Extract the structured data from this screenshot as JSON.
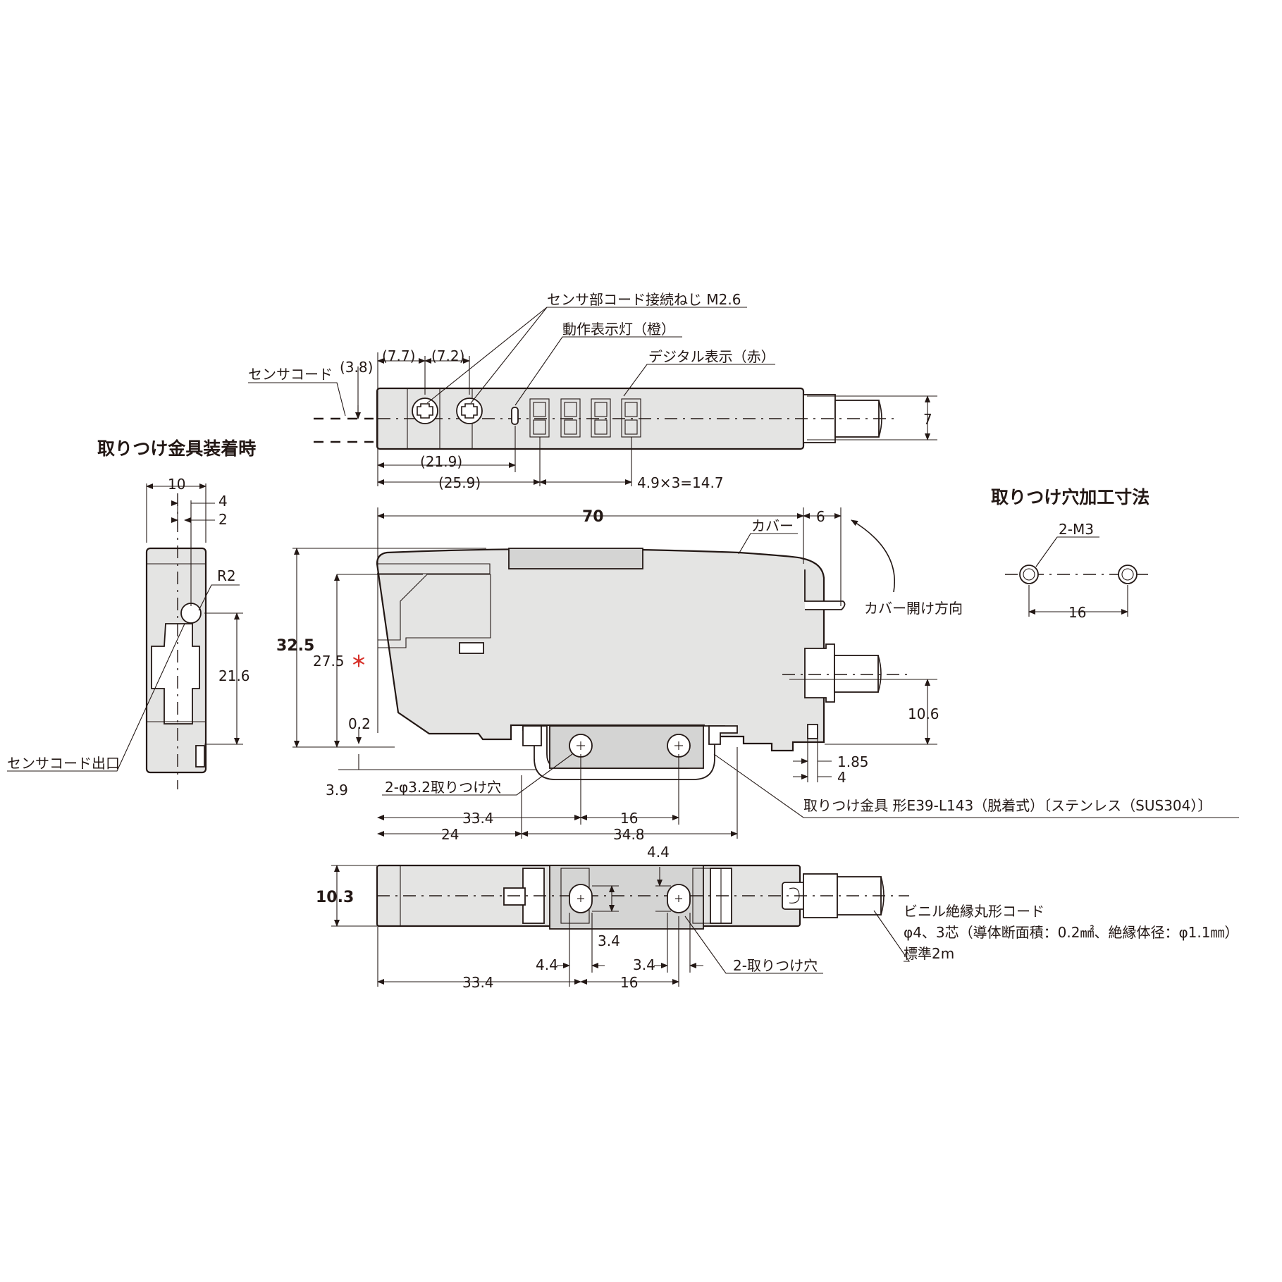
{
  "titles": {
    "mounted": "取りつけ金具装着時",
    "hole_processing": "取りつけ穴加工寸法"
  },
  "labels": {
    "screw": "センサ部コード接続ねじ M2.6",
    "indicator": "動作表示灯（橙）",
    "digital": "デジタル表示（赤）",
    "sensor_cord": "センサコード",
    "cover": "カバー",
    "cover_open": "カバー開け方向",
    "sensor_cord_exit": "センサコード出口",
    "mount_hole": "2-φ3.2取りつけ穴",
    "bracket": "取りつけ金具 形E39-L143（脱着式）〔ステンレス（SUS304）〕",
    "mount_hole2": "2-取りつけ穴",
    "cable_line1": "ビニル絶縁丸形コード",
    "cable_line2": "φ4、3芯（導体断面積：0.2㎟、絶縁体径：φ1.1㎜）",
    "cable_line3": "標準2m",
    "m3": "2-M3",
    "r2": "R2",
    "star": "＊"
  },
  "dims": {
    "d3_8": "(3.8)",
    "d7_7": "(7.7)",
    "d7_2": "(7.2)",
    "d21_9": "(21.9)",
    "d25_9": "(25.9)",
    "d14_7": "4.9×3=14.7",
    "d7": "7",
    "d70": "70",
    "d6": "6",
    "d32_5": "32.5",
    "d27_5": "27.5",
    "d0_2": "0.2",
    "d3_9": "3.9",
    "d10_6": "10.6",
    "d1_85": "1.85",
    "d4a": "4",
    "d33_4a": "33.4",
    "d16a": "16",
    "d24": "24",
    "d34_8": "34.8",
    "d10": "10",
    "d4b": "4",
    "d2": "2",
    "d21_6": "21.6",
    "d16h": "16",
    "d10_3": "10.3",
    "d4_4a": "4.4",
    "d3_4a": "3.4",
    "d4_4b": "4.4",
    "d3_4b": "3.4",
    "d33_4b": "33.4",
    "d16b": "16"
  }
}
